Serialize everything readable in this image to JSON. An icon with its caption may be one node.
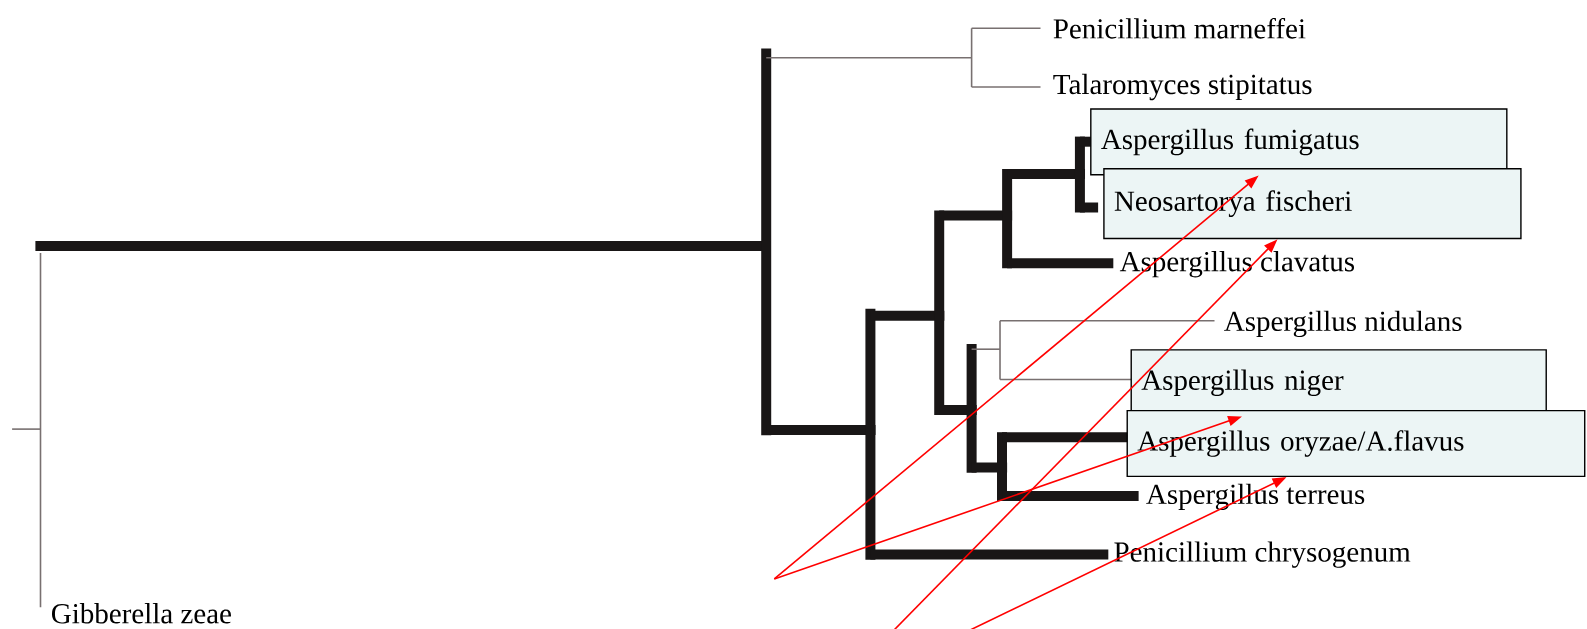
{
  "diagram": {
    "nodes": [
      {
        "text": [
          "Penicillium marneffei"
        ]
      },
      {
        "text": [
          "Talaromyces stipitatus"
        ]
      },
      {
        "text": [
          "Aspergillus fumigatus"
        ]
      },
      {
        "text": [
          "Neosartorya fischeri"
        ]
      },
      {
        "text": [
          "Aspergillus clavatus"
        ]
      },
      {
        "text": [
          "Aspergillus nidulans"
        ]
      },
      {
        "text": [
          "Aspergillus niger"
        ]
      },
      {
        "text": [
          "Aspergillus oryzae/A.flavus"
        ]
      },
      {
        "text": [
          "Aspergillus terreus"
        ]
      },
      {
        "text": [
          "Penicillium chrysogenum"
        ]
      },
      {
        "text": [
          "Gibberella zeae"
        ]
      }
    ],
    "edges": [
      {
        "from": null,
        "to": 2,
        "arrow": "to"
      },
      {
        "from": null,
        "to": 6,
        "arrow": "to"
      },
      {
        "from": null,
        "to": 3,
        "arrow": "to"
      },
      {
        "from": null,
        "to": 7,
        "arrow": "to"
      }
    ]
  }
}
